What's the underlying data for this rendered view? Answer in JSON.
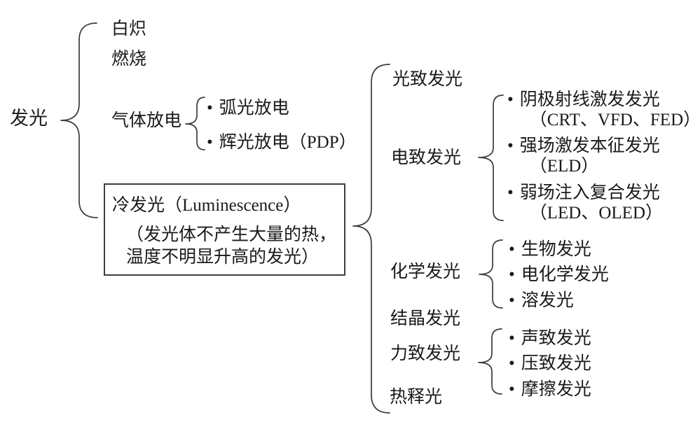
{
  "bullet_glyph": "•",
  "root": {
    "label": "发光"
  },
  "branches": {
    "incandescence": "白炽",
    "combustion": "燃烧",
    "gas_discharge": "气体放电",
    "arc_discharge": "弧光放电",
    "glow_discharge": "辉光放电（PDP）",
    "cold": {
      "title": "冷发光（Luminescence）",
      "note_line1": "（发光体不产生大量的热，",
      "note_line2": "温度不明显升高的发光）"
    },
    "photo": "光致发光",
    "electro": "电致发光",
    "chemical": "化学发光",
    "crystal": "结晶发光",
    "mechano": "力致发光",
    "thermo": "热释光"
  },
  "electro_children": [
    {
      "label": "阴极射线激发发光",
      "sub": "（CRT、VFD、FED）"
    },
    {
      "label": "强场激发本征发光",
      "sub": "（ELD）"
    },
    {
      "label": "弱场注入复合发光",
      "sub": "（LED、OLED）"
    }
  ],
  "chemical_children": [
    "生物发光",
    "电化学发光",
    "溶发光"
  ],
  "mechano_children": [
    "声致发光",
    "压致发光",
    "摩擦发光"
  ],
  "colors": {
    "text": "#1a1a1a",
    "line": "#3c3c3c",
    "box_border": "#3d3d3d",
    "background": "#ffffff"
  }
}
